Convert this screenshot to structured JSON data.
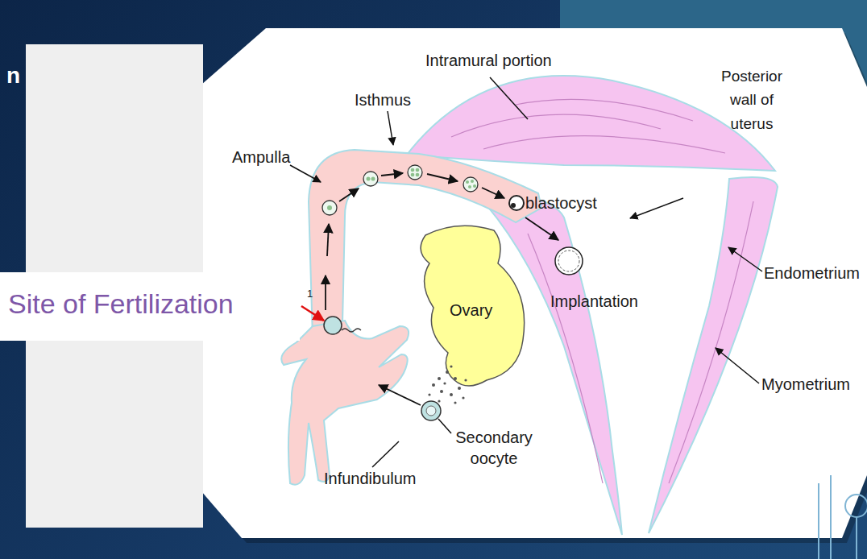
{
  "diagram": {
    "nodes": [
      {
        "text": [
          "Site of Fertilization"
        ]
      },
      {
        "text": [
          "Ovary"
        ]
      }
    ],
    "labels": [
      "n",
      "Intramural portion",
      "Isthmus",
      "Ampulla",
      "blastocyst",
      "Posterior wall of uterus",
      "Endometrium",
      "Implantation",
      "Myometrium",
      "Secondary oocyte",
      "Infundibulum",
      "1"
    ]
  }
}
